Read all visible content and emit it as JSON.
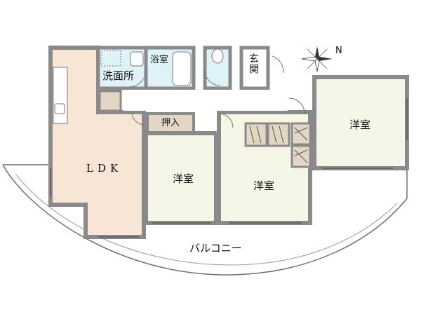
{
  "rooms": {
    "ldk": "LDK",
    "washroom": "洗面所",
    "bathroom": "浴室",
    "entrance": "玄関",
    "closet": "押入",
    "western_left": "洋室",
    "western_center": "洋室",
    "western_right": "洋室",
    "balcony": "バルコニー"
  },
  "compass": {
    "north_label": "N"
  },
  "colors": {
    "wall": "#8a8a8a",
    "ldk_floor": "#f7e5d6",
    "room_floor": "#f6f6e6",
    "wet_floor": "#dff2f8",
    "closet_floor": "#e3d6c4",
    "outline": "#6f6f6f"
  }
}
